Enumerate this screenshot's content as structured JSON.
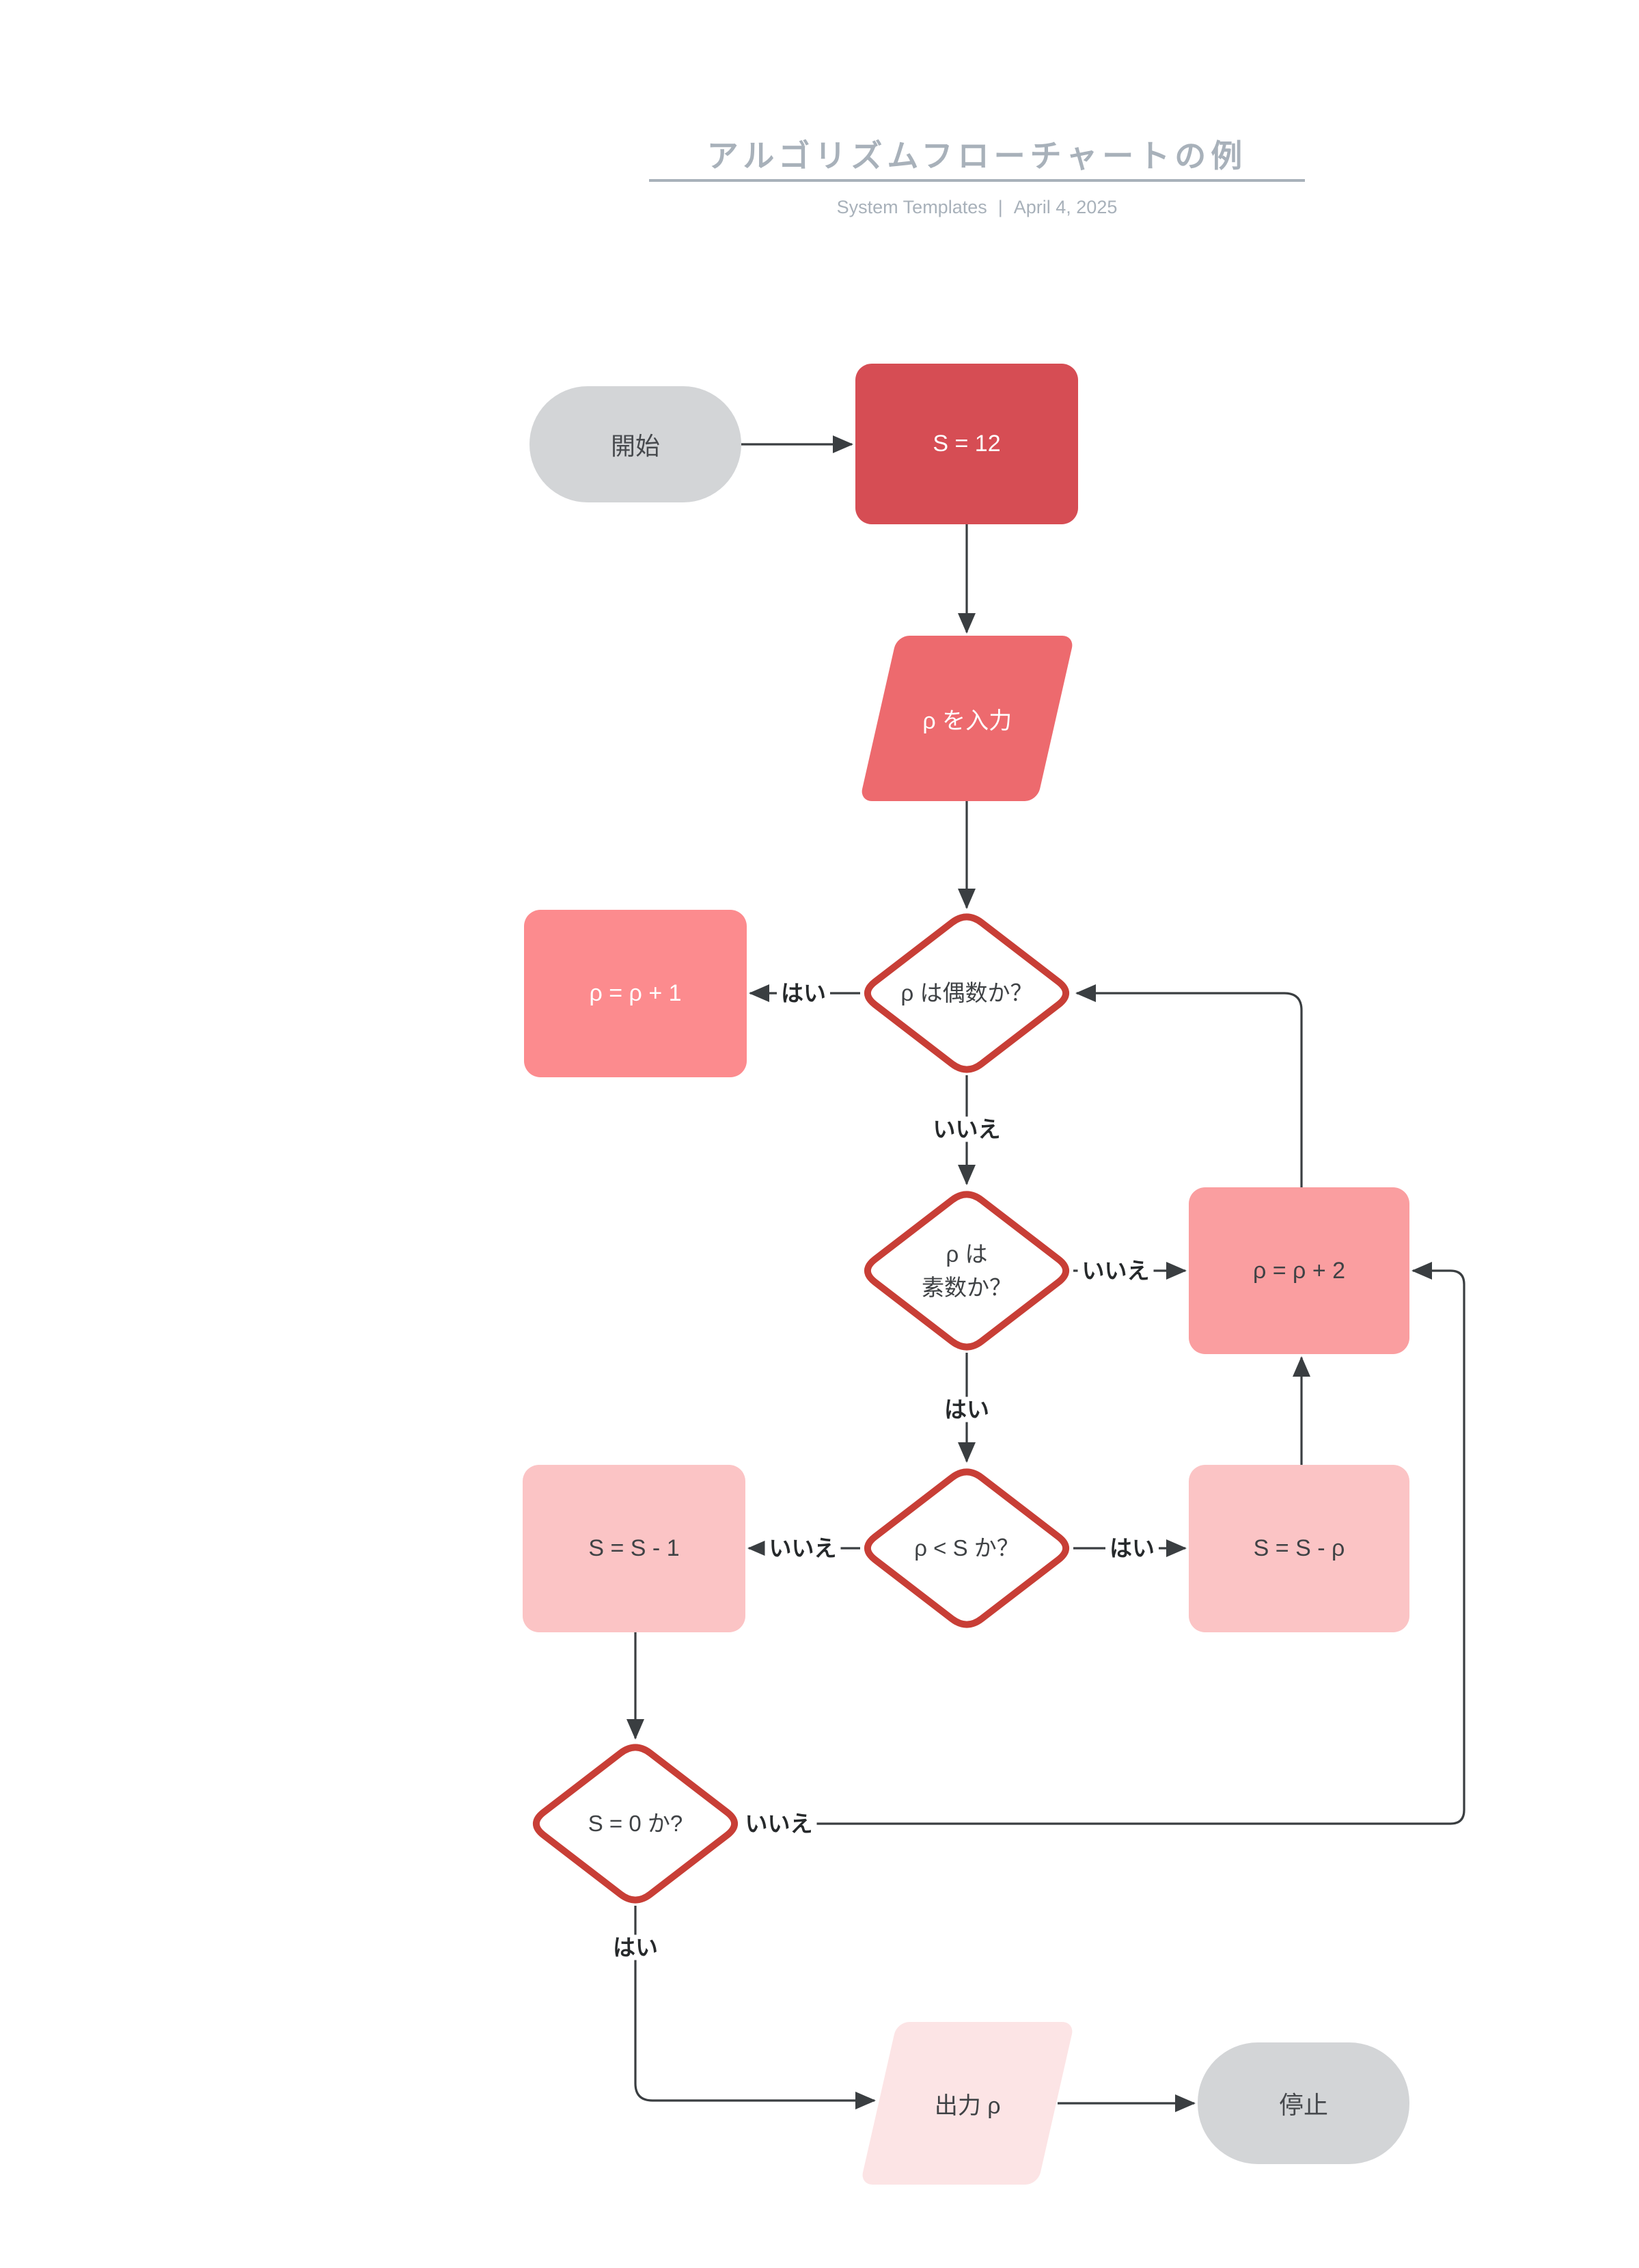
{
  "header": {
    "title": "アルゴリズムフローチャートの例",
    "subtitle_left": "System Templates",
    "subtitle_separator": "|",
    "subtitle_right": "April 4, 2025"
  },
  "nodes": {
    "start": {
      "label": "開始",
      "type": "terminator"
    },
    "init": {
      "label": "S = 12",
      "type": "process"
    },
    "input": {
      "label": "ρ を入力",
      "type": "input-output"
    },
    "d_even": {
      "label": "ρ は偶数か？",
      "type": "decision"
    },
    "p_plus1": {
      "label": "ρ = ρ + 1",
      "type": "process"
    },
    "d_prime": {
      "label": "ρ は\n素数か？",
      "type": "decision"
    },
    "p_plus2": {
      "label": "ρ = ρ + 2",
      "type": "process"
    },
    "d_less": {
      "label": "ρ < S か？",
      "type": "decision"
    },
    "s_minus1": {
      "label": "S = S - 1",
      "type": "process"
    },
    "s_minus_rho": {
      "label": "S = S - ρ",
      "type": "process"
    },
    "d_zero": {
      "label": "S = 0 か?",
      "type": "decision"
    },
    "output": {
      "label": "出力 ρ",
      "type": "input-output"
    },
    "stop": {
      "label": "停止",
      "type": "terminator"
    }
  },
  "edge_labels": {
    "d_even_yes": "はい",
    "d_even_no": "いいえ",
    "d_prime_no": "いいえ",
    "d_prime_yes": "はい",
    "d_less_no": "いいえ",
    "d_less_yes": "はい",
    "d_zero_no": "いいえ",
    "d_zero_yes": "はい"
  },
  "colors": {
    "page-bg": "#ffffff",
    "heading": "#a8b1ba",
    "terminator-fill": "#d3d5d7",
    "terminator-text": "#46494d",
    "process-strong": "#d64d54",
    "input-fill": "#ed6a6e",
    "plus1-fill": "#fc8b8e",
    "plus2-fill": "#fa9ea0",
    "minus-fill": "#fbc4c5",
    "output-fill": "#fce4e5",
    "diamond-border": "#c83e36",
    "diamond-fill": "#ffffff",
    "dark-text": "#3f4245",
    "edge": "#3a3e41",
    "label-text": "#26292b",
    "light-text": "#ffffff"
  }
}
